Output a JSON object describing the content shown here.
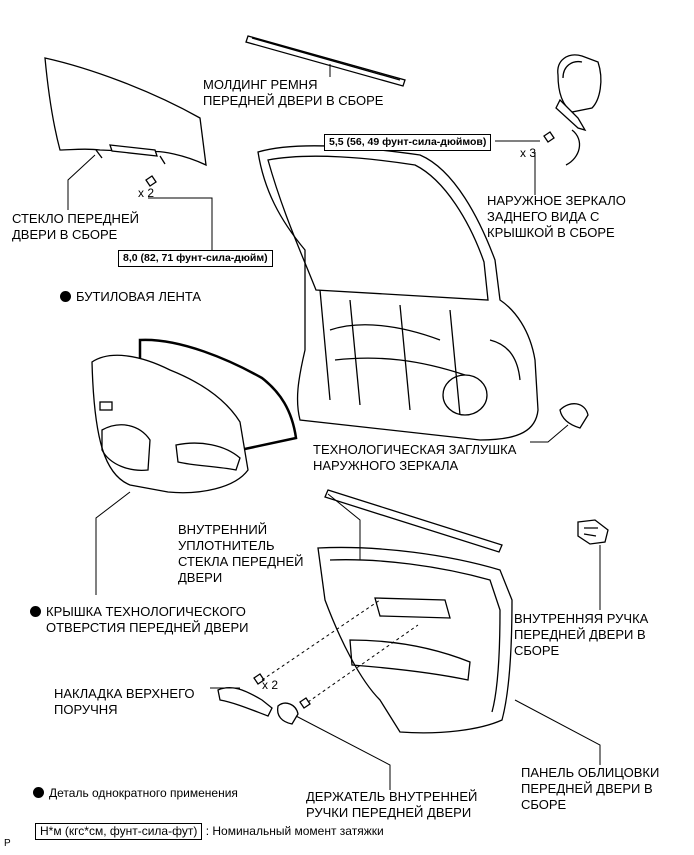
{
  "parts": {
    "belt_molding": [
      "МОЛДИНГ РЕМНЯ",
      "ПЕРЕДНЕЙ ДВЕРИ В СБОРЕ"
    ],
    "glass": [
      "СТЕКЛО ПЕРЕДНЕЙ",
      "ДВЕРИ В СБОРЕ"
    ],
    "mirror": [
      "НАРУЖНОЕ ЗЕРКАЛО",
      "ЗАДНЕГО ВИДА С",
      "КРЫШКОЙ В СБОРЕ"
    ],
    "butyl_tape": "БУТИЛОВАЯ ЛЕНТА",
    "mirror_plug": [
      "ТЕХНОЛОГИЧЕСКАЯ ЗАГЛУШКА",
      "НАРУЖНОГО ЗЕРКАЛА"
    ],
    "inner_weatherstrip": [
      "ВНУТРЕННИЙ",
      "УПЛОТНИТЕЛЬ",
      "СТЕКЛА ПЕРЕДНЕЙ",
      "ДВЕРИ"
    ],
    "service_hole_cover": [
      "КРЫШКА ТЕХНОЛОГИЧЕСКОГО",
      "ОТВЕРСТИЯ ПЕРЕДНЕЙ ДВЕРИ"
    ],
    "inner_handle": [
      "ВНУТРЕННЯЯ РУЧКА",
      "ПЕРЕДНЕЙ ДВЕРИ В",
      "СБОРЕ"
    ],
    "armrest_cover": [
      "НАКЛАДКА ВЕРХНЕГО",
      "ПОРУЧНЯ"
    ],
    "trim_panel": [
      "ПАНЕЛЬ ОБЛИЦОВКИ",
      "ПЕРЕДНЕЙ ДВЕРИ В",
      "СБОРЕ"
    ],
    "handle_bezel": [
      "ДЕРЖАТЕЛЬ ВНУТРЕННЕЙ",
      "РУЧКИ ПЕРЕДНЕЙ ДВЕРИ"
    ]
  },
  "torques": {
    "mirror": "5,5 (56, 49 фунт-сила-дюймов)",
    "glass": "8,0 (82, 71 фунт-сила-дюйм)"
  },
  "multipliers": {
    "mirror": "x 3",
    "glass": "x 2",
    "handle": "x 2"
  },
  "legend": {
    "single_use": "Деталь однократного применения",
    "torque_box": "Н*м (кгс*см, фунт-сила-фут)",
    "torque_desc": ": Номинальный момент затяжки"
  },
  "corner_mark": "P"
}
